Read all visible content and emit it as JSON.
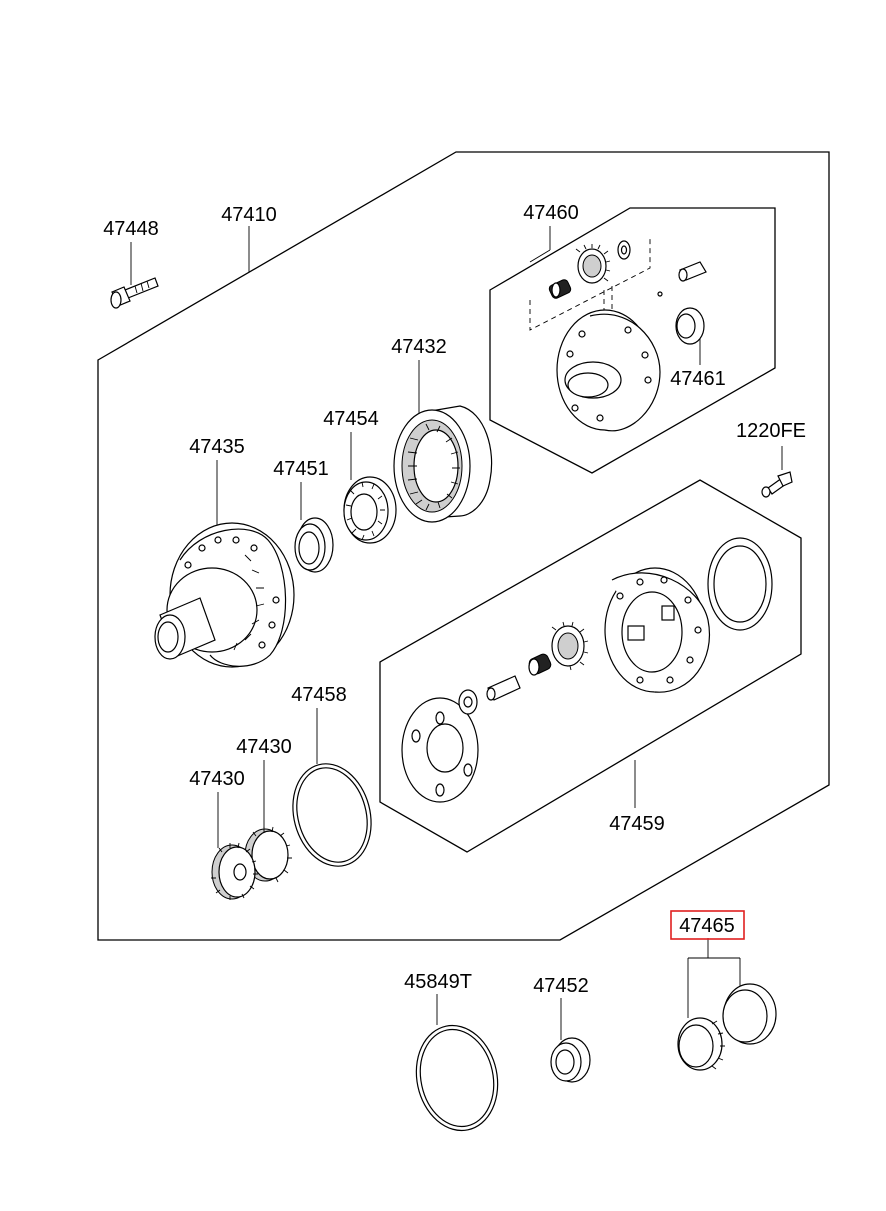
{
  "labels": {
    "p47448": "47448",
    "p47410": "47410",
    "p47460": "47460",
    "p47461": "47461",
    "p47432": "47432",
    "p47454": "47454",
    "p47435": "47435",
    "p47451": "47451",
    "p1220FE": "1220FE",
    "p47458": "47458",
    "p47430a": "47430",
    "p47430b": "47430",
    "p47459": "47459",
    "p47465": "47465",
    "p45849T": "45849T",
    "p47452": "47452"
  },
  "highlight": {
    "part": "47465",
    "color": "#e02020"
  }
}
